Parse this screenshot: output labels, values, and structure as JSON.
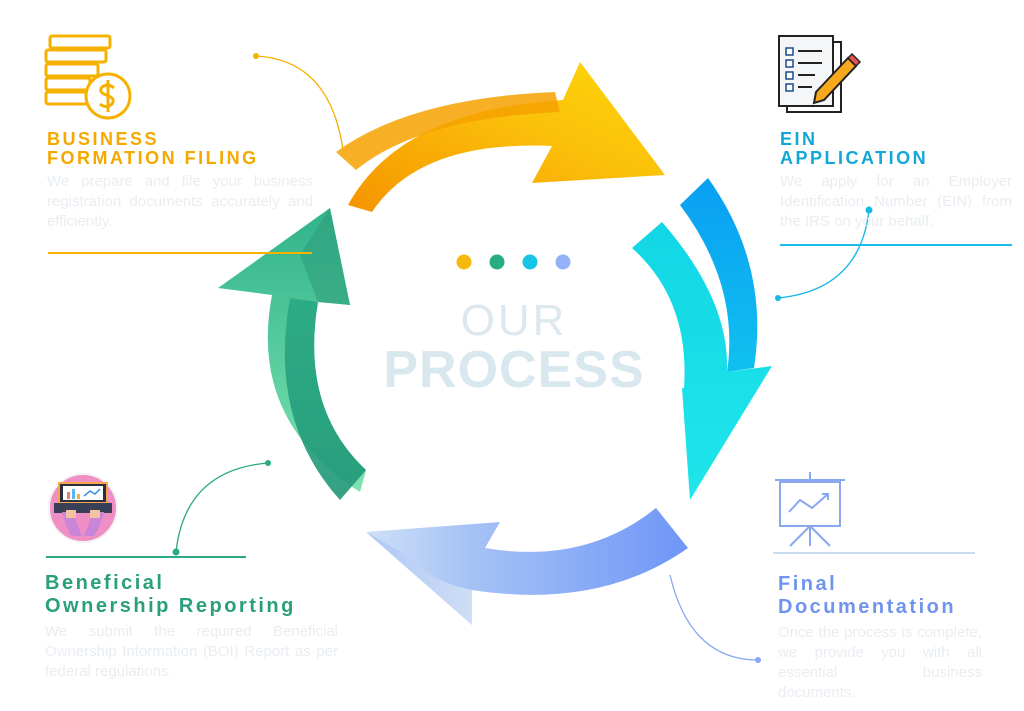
{
  "center": {
    "line1": "OUR",
    "line2": "PROCESS"
  },
  "colors": {
    "gold": "#f8b400",
    "cyan": "#19c5f0",
    "periwinkle": "#7fa4f7",
    "teal": "#2aa985",
    "dot_colors": [
      "#f7b90f",
      "#27ad84",
      "#16c4e6",
      "#94b0f6"
    ]
  },
  "steps": [
    {
      "title": "BUSINESS FORMATION FILING",
      "title_lines": [
        "BUSINESS",
        "FORMATION FILING"
      ],
      "description": "We prepare and file your business registration documents accurately and efficiently.",
      "icon": "coins-dollar-icon",
      "color": "#f4a800"
    },
    {
      "title": "EIN APPLICATION",
      "title_lines": [
        "EIN",
        "APPLICATION"
      ],
      "description": "We apply for an Employer Identification Number (EIN) from the IRS on your behalf.",
      "icon": "document-pencil-icon",
      "color": "#12a7d6"
    },
    {
      "title": "Final Documentation",
      "title_lines": [
        "Final",
        "Documentation"
      ],
      "description": "Once the process is complete, we provide you with all essential business documents.",
      "icon": "presentation-board-icon",
      "color": "#6f93ef"
    },
    {
      "title": "Beneficial Ownership Reporting",
      "title_lines": [
        "Beneficial",
        "Ownership Reporting"
      ],
      "description": "We submit the required Beneficial Ownership Information (BOI) Report as per federal regulations.",
      "icon": "laptop-hands-icon",
      "color": "#2a9f7c"
    }
  ]
}
